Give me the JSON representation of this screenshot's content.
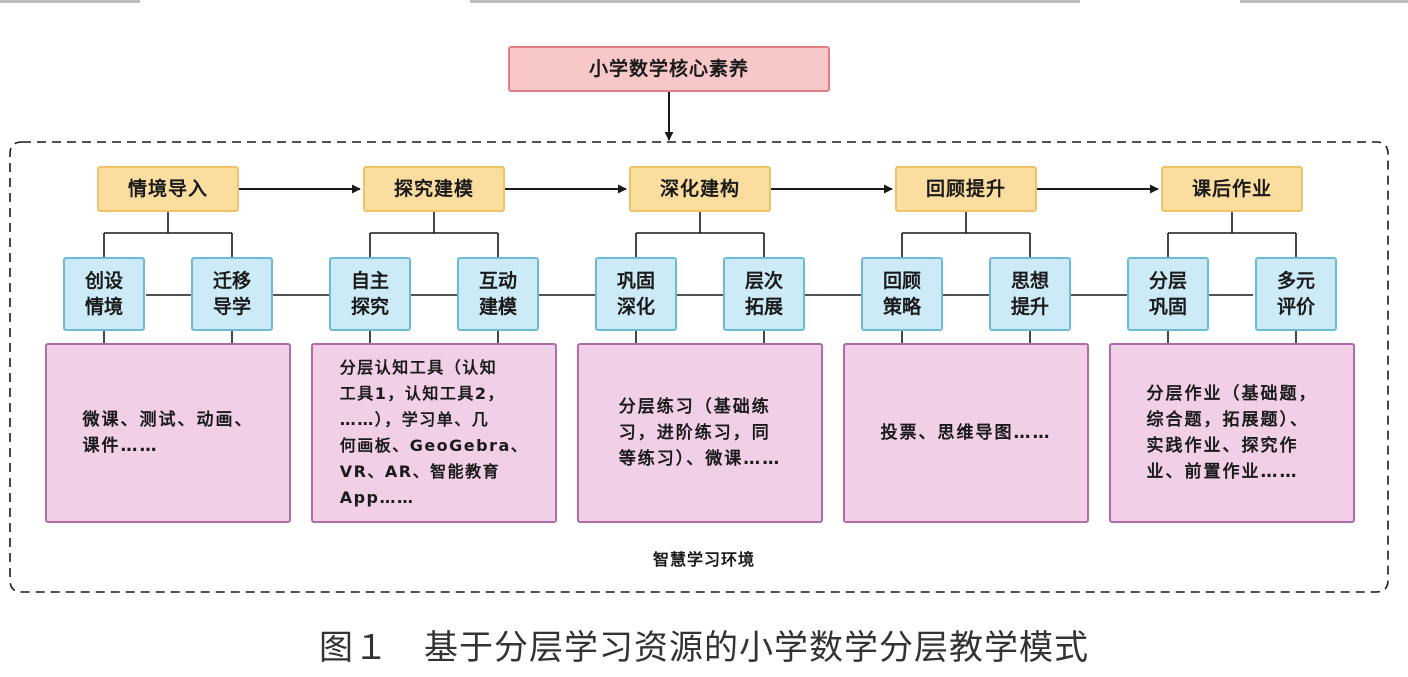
{
  "core": {
    "label": "小学数学核心素养"
  },
  "stages": [
    {
      "label": "情境导入",
      "subs": [
        {
          "label": "创设\n情境"
        },
        {
          "label": "迁移\n导学"
        }
      ],
      "resource": "微课、测试、动画、\n课件……"
    },
    {
      "label": "探究建模",
      "subs": [
        {
          "label": "自主\n探究"
        },
        {
          "label": "互动\n建模"
        }
      ],
      "resource": "分层认知工具（认知\n工具1，认知工具2，\n……），学习单、几\n何画板、GeoGebra、\nVR、AR、智能教育\nApp……"
    },
    {
      "label": "深化建构",
      "subs": [
        {
          "label": "巩固\n深化"
        },
        {
          "label": "层次\n拓展"
        }
      ],
      "resource": "分层练习（基础练\n习，进阶练习，同\n等练习）、微课……"
    },
    {
      "label": "回顾提升",
      "subs": [
        {
          "label": "回顾\n策略"
        },
        {
          "label": "思想\n提升"
        }
      ],
      "resource": "投票、思维导图……"
    },
    {
      "label": "课后作业",
      "subs": [
        {
          "label": "分层\n巩固"
        },
        {
          "label": "多元\n评价"
        }
      ],
      "resource": "分层作业（基础题，\n综合题，拓展题）、\n实践作业、探究作\n业、前置作业……"
    }
  ],
  "environment": {
    "label": "智慧学习环境"
  },
  "caption": "图１　基于分层学习资源的小学数学分层教学模式",
  "colors": {
    "core_fill": "#f8c8c9",
    "core_border": "#e17f83",
    "stage_fill": "#fbdda0",
    "stage_border": "#eec267",
    "sub_fill": "#cdeaf7",
    "sub_border": "#6cbad8",
    "resource_fill": "#f1d0e7",
    "resource_border": "#b06ca6",
    "line": "#1a1a1a"
  }
}
